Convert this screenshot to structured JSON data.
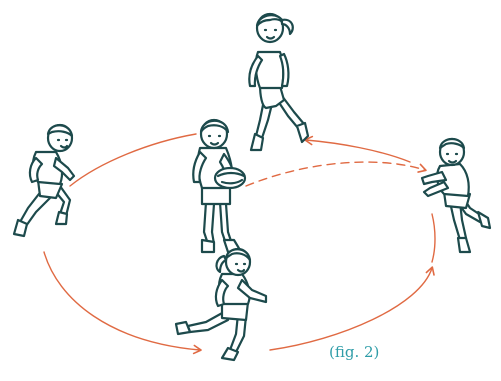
{
  "figure": {
    "caption": "(fig. 2)"
  },
  "colors": {
    "arrow": "#e06a43",
    "ink": "#1d4a4c",
    "caption": "#2f9da8"
  },
  "players": [
    {
      "name": "top",
      "pose": "running",
      "has_ball": false
    },
    {
      "name": "left",
      "pose": "running",
      "has_ball": false
    },
    {
      "name": "center",
      "pose": "standing",
      "has_ball": true
    },
    {
      "name": "right",
      "pose": "catching",
      "has_ball": false
    },
    {
      "name": "bottom",
      "pose": "sprinting",
      "has_ball": false
    }
  ],
  "movements": [
    {
      "from": "left",
      "to": "center",
      "style": "solid"
    },
    {
      "from": "left",
      "to": "bottom",
      "style": "solid"
    },
    {
      "from": "bottom",
      "to": "right",
      "style": "solid"
    },
    {
      "from": "center",
      "to": "right",
      "style": "dashed",
      "meaning": "pass"
    },
    {
      "from": "right",
      "to": "top",
      "style": "solid"
    }
  ]
}
